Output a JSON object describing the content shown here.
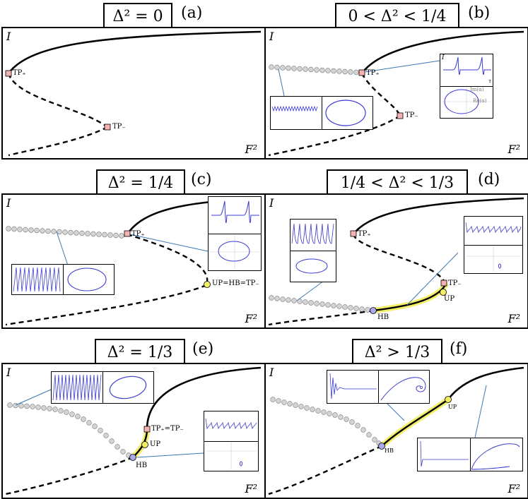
{
  "panels": [
    {
      "title": "Δ² = 0",
      "tag": "(a)",
      "points": [
        "TP₊",
        "TP₋"
      ]
    },
    {
      "title": "0 < Δ² < 1/4",
      "tag": "(b)",
      "points": [
        "TP₊",
        "TP₋"
      ],
      "inset_labels": [
        "I",
        "τ",
        "Im(α)",
        "Re(α)"
      ]
    },
    {
      "title": "Δ² = 1/4",
      "tag": "(c)",
      "points": [
        "TP₊",
        "UP=HB=TP₋"
      ]
    },
    {
      "title": "1/4 < Δ² < 1/3",
      "tag": "(d)",
      "points": [
        "TP₊",
        "TP₋",
        "UP",
        "HB"
      ]
    },
    {
      "title": "Δ² = 1/3",
      "tag": "(e)",
      "points": [
        "TP₊=TP₋",
        "UP",
        "HB"
      ]
    },
    {
      "title": "Δ² > 1/3",
      "tag": "(f)",
      "points": [
        "UP",
        "HB"
      ]
    }
  ],
  "axes": {
    "x": "F²",
    "y": "I"
  },
  "colors": {
    "stable": "#000000",
    "unstable": "#000000",
    "oscillation": "#3b3bd1",
    "highlight": "#f3ef6a",
    "tp_marker": "#f6b1b1",
    "up_marker": "#f2ef63",
    "hb_marker": "#a9a9ec",
    "orbit_marker": "#d4d4d4",
    "arrow": "#3a78b5"
  }
}
